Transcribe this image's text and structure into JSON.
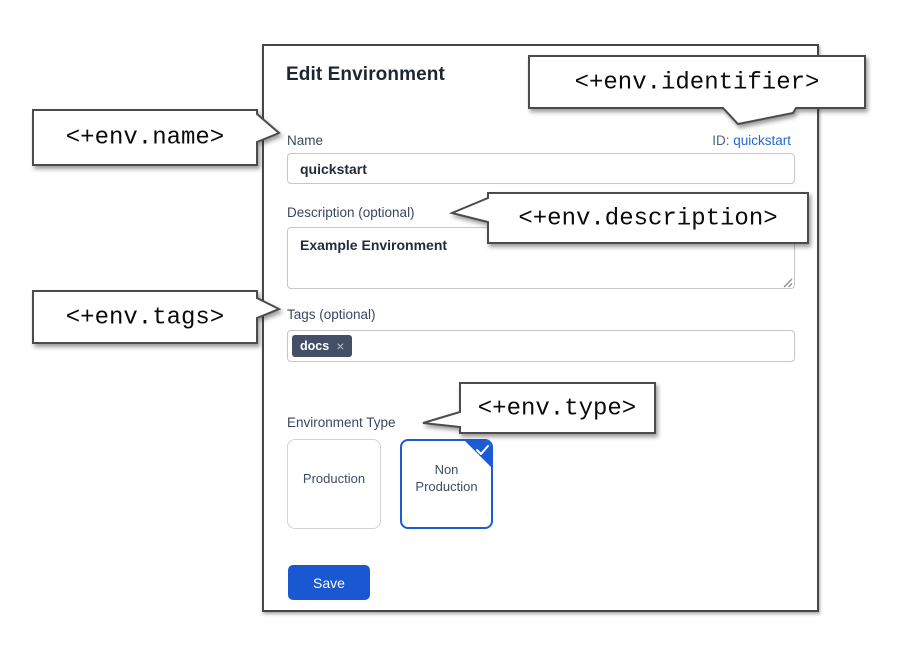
{
  "dialog": {
    "title": "Edit Environment",
    "name": {
      "label": "Name",
      "value": "quickstart"
    },
    "identifier": {
      "label": "ID: ",
      "value": "quickstart"
    },
    "description": {
      "label": "Description (optional)",
      "value": "Example Environment"
    },
    "tags": {
      "label": "Tags (optional)",
      "items": [
        "docs"
      ],
      "remove_icon": "×"
    },
    "type": {
      "label": "Environment Type",
      "options": [
        {
          "label": "Production",
          "selected": false
        },
        {
          "label": "Non Production",
          "selected": true
        }
      ]
    },
    "save_label": "Save"
  },
  "callouts": {
    "name": "<+env.name>",
    "identifier": "<+env.identifier>",
    "description": "<+env.description>",
    "tags": "<+env.tags>",
    "type": "<+env.type>"
  },
  "colors": {
    "accent_blue": "#1a5cd6",
    "link_blue": "#2368d8",
    "save_button_blue": "#1a57d2",
    "tag_chip_slate": "#434f66",
    "callout_border_gray": "#4b4b4b"
  }
}
